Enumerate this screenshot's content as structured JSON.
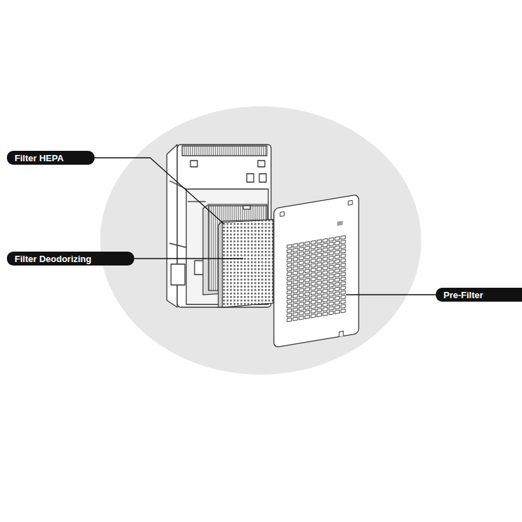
{
  "diagram": {
    "nodes": [
      {
        "text": [
          "Filter HEPA"
        ]
      },
      {
        "text": [
          "Filter Deodorizing"
        ]
      },
      {
        "text": [
          "Pre-Filter"
        ]
      }
    ]
  }
}
